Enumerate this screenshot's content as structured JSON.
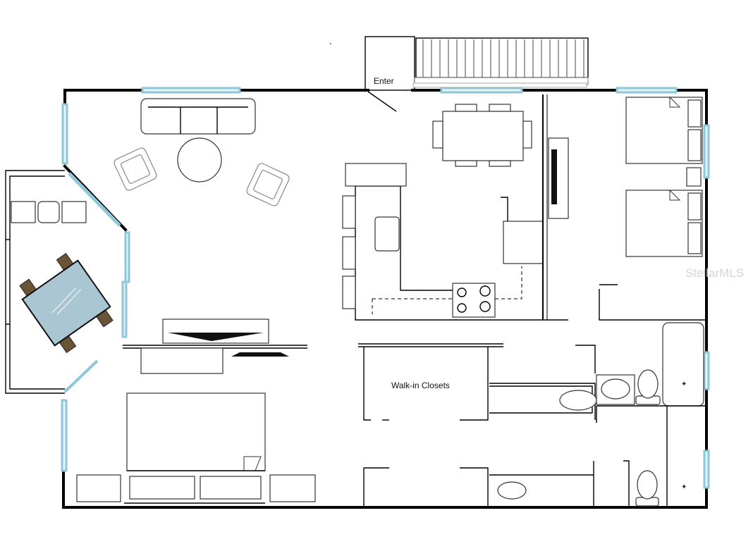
{
  "labels": {
    "entry": "Enter",
    "closets": "Walk-in Closets"
  },
  "watermark": "StellarMLS",
  "colors": {
    "wall": "#000000",
    "window": "#8ec7d9",
    "table_glass": "#a9c6d2",
    "chair_wood": "#6b5335"
  }
}
